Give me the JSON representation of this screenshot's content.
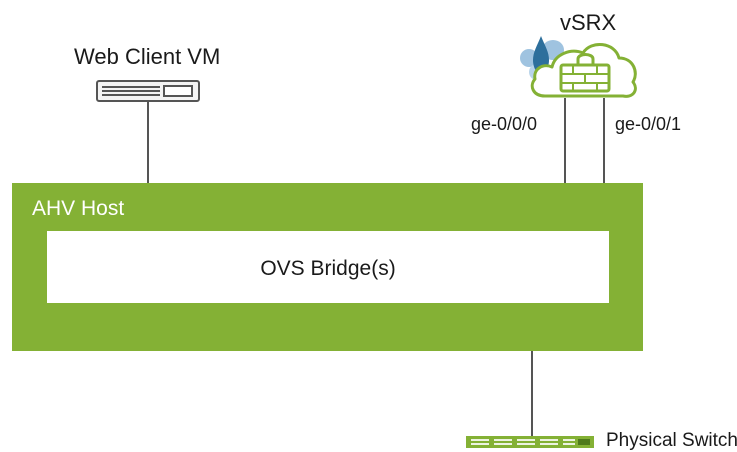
{
  "diagram": {
    "web_client": {
      "label": "Web Client VM",
      "icon": "server-icon"
    },
    "vsrx": {
      "label": "vSRX",
      "icon": "cloud-firewall-icon"
    },
    "ports": {
      "left": "ge-0/0/0",
      "right": "ge-0/0/1"
    },
    "host": {
      "label": "AHV Host"
    },
    "bridge": {
      "label": "OVS Bridge(s)"
    },
    "physical_switch": {
      "label": "Physical Switch",
      "icon": "switch-icon"
    },
    "colors": {
      "host_fill": "#84b135",
      "cloud_stroke": "#84b135",
      "connector": "#555555",
      "drop_blue": "#2d6f9c",
      "drop_light": "#9fc3e0"
    }
  }
}
